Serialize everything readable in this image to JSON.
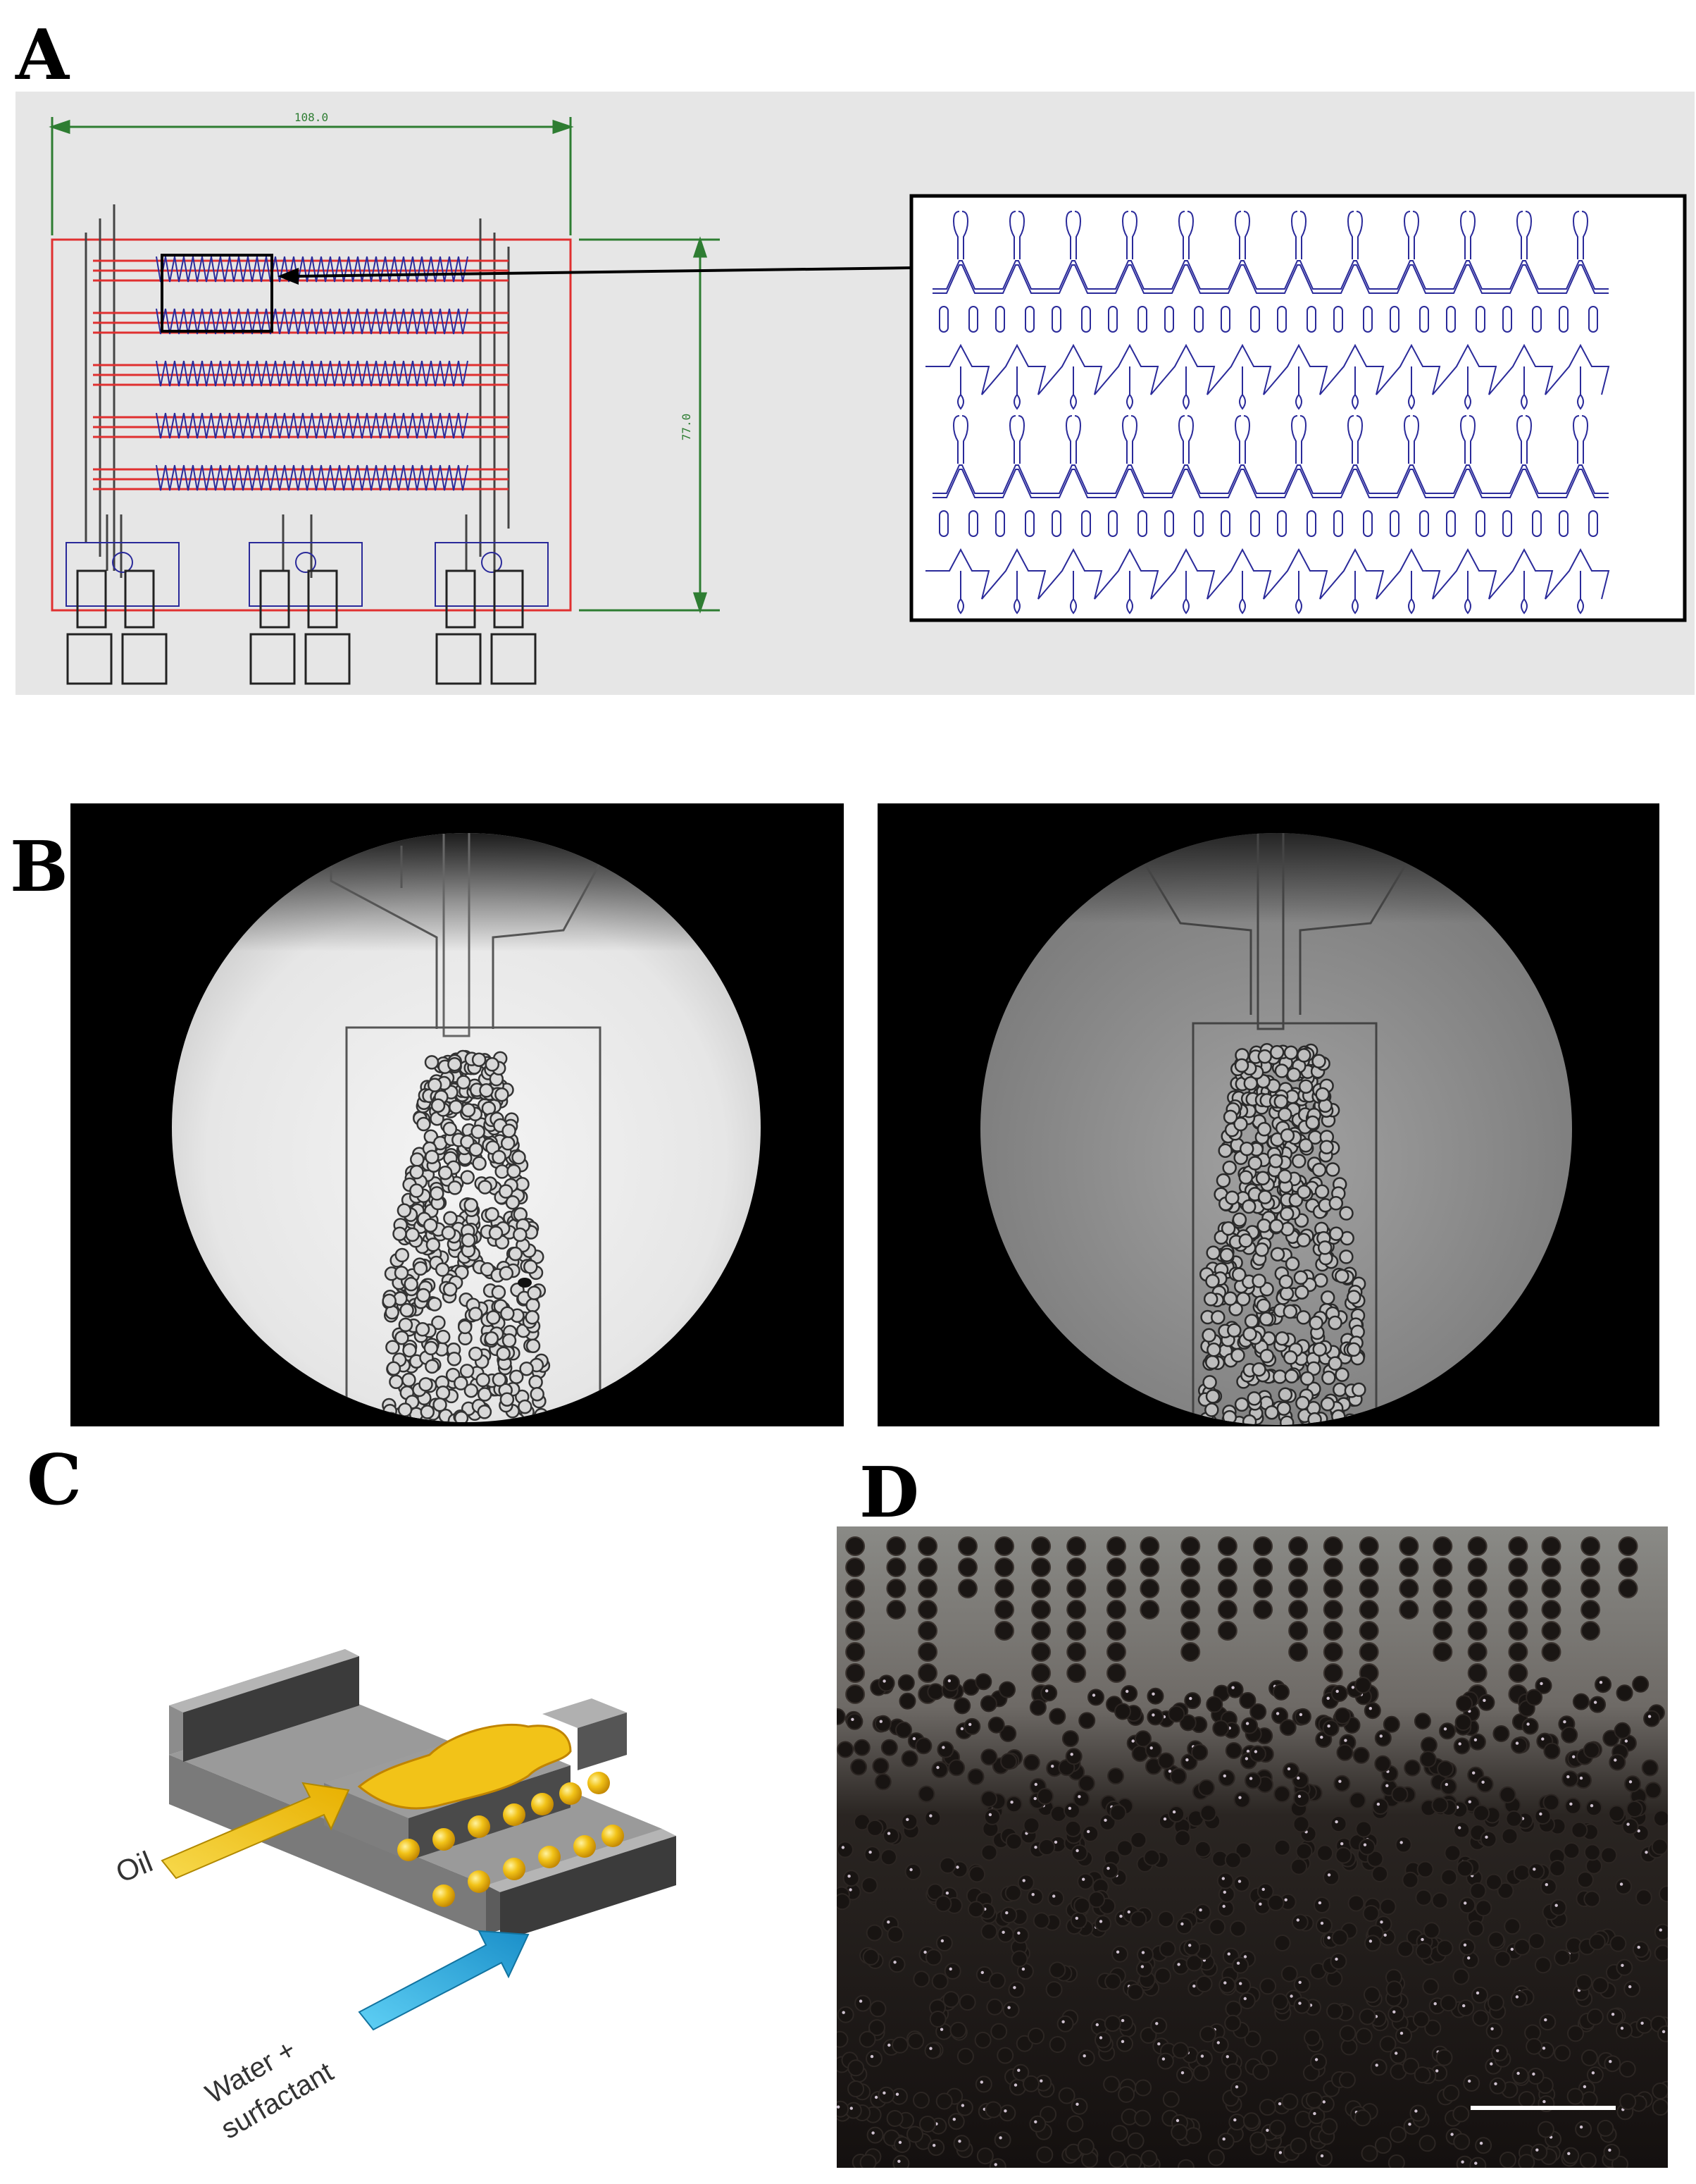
{
  "figure": {
    "panels": [
      {
        "id": "A",
        "label": "A"
      },
      {
        "id": "B",
        "label": "B"
      },
      {
        "id": "C",
        "label": "C"
      },
      {
        "id": "D",
        "label": "D"
      }
    ],
    "panel_a": {
      "width_dimension": "108.0",
      "height_dimension": "77.0"
    },
    "panel_c": {
      "oil_label": "Oil",
      "water_label_line1": "Water +",
      "water_label_line2": "surfactant"
    },
    "colors": {
      "cad_background": "#e6e6e6",
      "channel_blue": "#2a2a9a",
      "channel_red": "#e03030",
      "dimension_green": "#2e7d32",
      "oil_yellow": "#f2c318",
      "water_blue": "#29a8e0",
      "device_gray": "#8e8e8e"
    }
  }
}
